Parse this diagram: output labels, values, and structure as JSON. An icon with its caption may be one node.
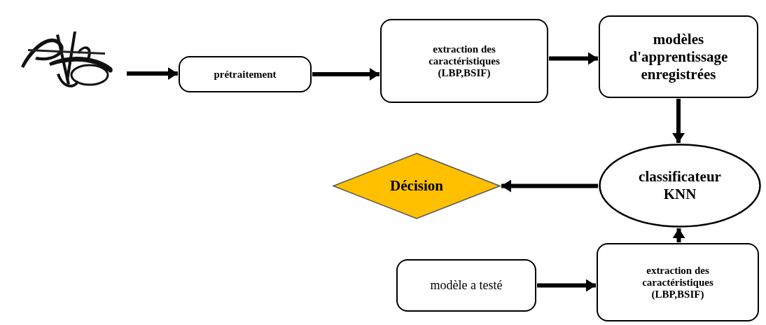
{
  "diagram": {
    "nodes": [
      {
        "text": [],
        "shape": "picture"
      },
      {
        "text": [
          "prétraitement"
        ]
      },
      {
        "text": [
          "extraction des caractéristiques (LBP,BSIF)"
        ]
      },
      {
        "text": [
          "modèles d'apprentissage enregistrées"
        ]
      },
      {
        "text": [
          "classificateur KNN"
        ]
      },
      {
        "text": [
          "Décision"
        ]
      },
      {
        "text": [
          "modèle a testé"
        ]
      },
      {
        "text": [
          "extraction des caractéristiques (LBP,BSIF)"
        ]
      }
    ],
    "edges": [
      {
        "from": 0,
        "to": 1,
        "arrow": "to"
      },
      {
        "from": 1,
        "to": 2,
        "arrow": "to"
      },
      {
        "from": 2,
        "to": 3,
        "arrow": "to"
      },
      {
        "from": 3,
        "to": 4,
        "arrow": "to"
      },
      {
        "from": 4,
        "to": 5,
        "arrow": "to"
      },
      {
        "from": 6,
        "to": 7,
        "arrow": "to"
      },
      {
        "from": 7,
        "to": 4,
        "arrow": "to"
      }
    ]
  }
}
